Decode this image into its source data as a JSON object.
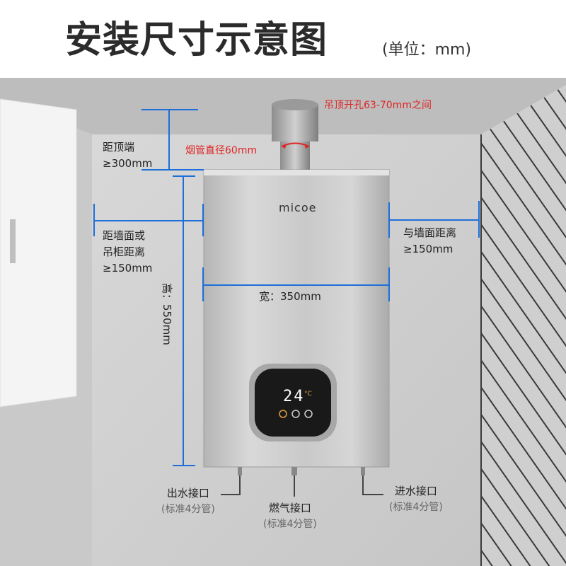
{
  "header": {
    "title": "安装尺寸示意图",
    "unit": "(单位：mm)"
  },
  "heater": {
    "brand": "micoe",
    "display": "24",
    "display_unit": "°C"
  },
  "annotations": {
    "ceiling_hole": "吊顶开孔63-70mm之间",
    "flue_diameter": "烟管直径60mm",
    "top_distance_line1": "距顶端",
    "top_distance_line2": "≥300mm",
    "left_distance_line1": "距墙面或",
    "left_distance_line2": "吊柜距离",
    "left_distance_line3": "≥150mm",
    "right_distance_line1": "与墙面距离",
    "right_distance_line2": "≥150mm",
    "width": "宽：350mm",
    "height": "高：550mm"
  },
  "ports": {
    "water_out": "出水接口",
    "water_out_sub": "(标准4分管)",
    "gas": "燃气接口",
    "gas_sub": "(标准4分管)",
    "water_in": "进水接口",
    "water_in_sub": "(标准4分管)"
  },
  "colors": {
    "dimension_lines": "#1e6fd9",
    "red_annotation": "#e02525",
    "wall": "#cfcfcf",
    "ceiling": "#bdbdbd",
    "steel": "#c4c4c4"
  }
}
